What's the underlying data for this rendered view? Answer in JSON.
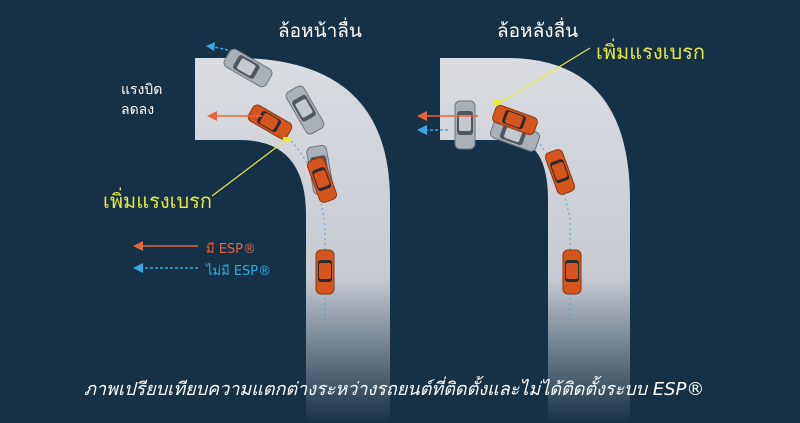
{
  "panels": {
    "left": {
      "title": "ล้อหน้าลื่น",
      "torque_note_line1": "แรงบิด",
      "torque_note_line2": "ลดลง",
      "brake_label": "เพิ่มแรงเบรก"
    },
    "right": {
      "title": "ล้อหลังลื่น",
      "brake_label": "เพิ่มแรงเบรก"
    }
  },
  "legend": {
    "with_esp": "มี ESP®",
    "without_esp": "ไม่มี ESP®"
  },
  "caption": "ภาพเปรียบเทียบความแตกต่างระหว่างรถยนต์ที่ติดตั้งและไม่ได้ติดตั้งระบบ ESP®",
  "colors": {
    "background": "#153147",
    "road": "#cfd3da",
    "car_esp": "#d4561e",
    "car_noesp": "#9aa0a8",
    "arrow_esp": "#e8643a",
    "arrow_noesp": "#3aa8e0",
    "highlight": "#e8e840"
  }
}
